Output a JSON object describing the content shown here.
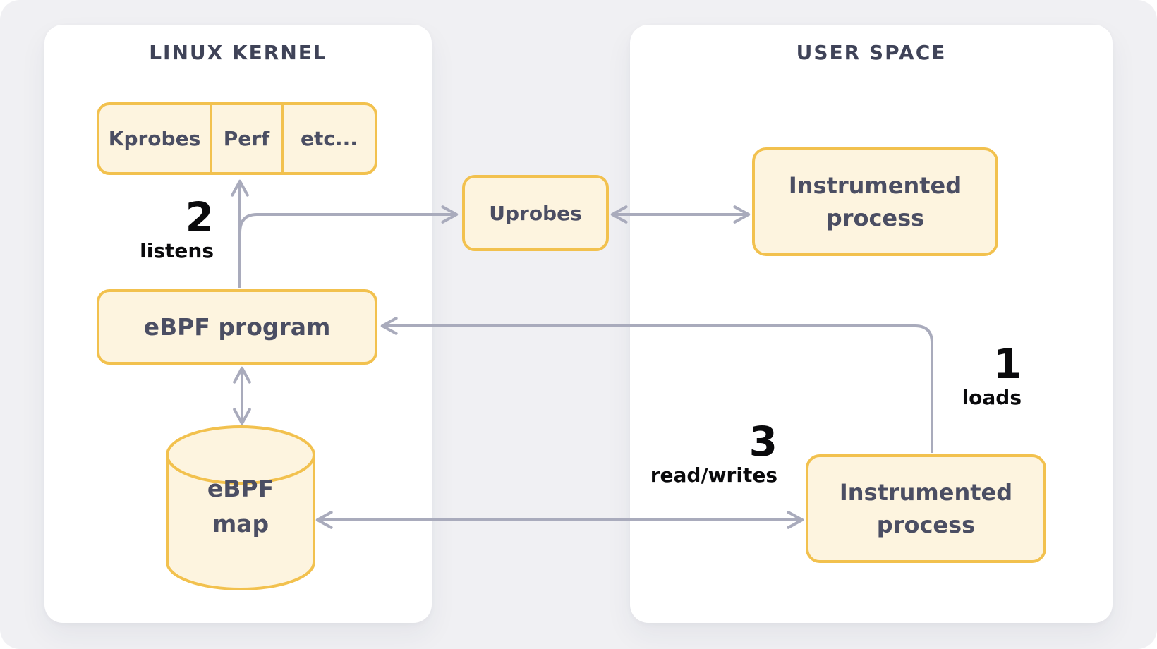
{
  "colors": {
    "background": "#f0f0f3",
    "panel": "#ffffff",
    "box_fill": "#fdf4df",
    "box_border": "#f2c14e",
    "box_text": "#4b4e63",
    "title_text": "#3f4358",
    "arrow": "#a9abbc",
    "label_text": "#0a0a0c"
  },
  "panels": {
    "kernel": {
      "title": "LINUX KERNEL"
    },
    "user": {
      "title": "USER SPACE"
    }
  },
  "nodes": {
    "probe_row": {
      "cells": [
        "Kprobes",
        "Perf",
        "etc..."
      ]
    },
    "uprobes": {
      "label": "Uprobes"
    },
    "process_top": {
      "label": "Instrumented process"
    },
    "ebpf_program": {
      "label": "eBPF program"
    },
    "ebpf_map": {
      "label": "eBPF map"
    },
    "process_bottom": {
      "label": "Instrumented process"
    }
  },
  "annotations": {
    "listens": {
      "number": "2",
      "caption": "listens"
    },
    "loads": {
      "number": "1",
      "caption": "loads"
    },
    "read_writes": {
      "number": "3",
      "caption": "read/writes"
    }
  }
}
